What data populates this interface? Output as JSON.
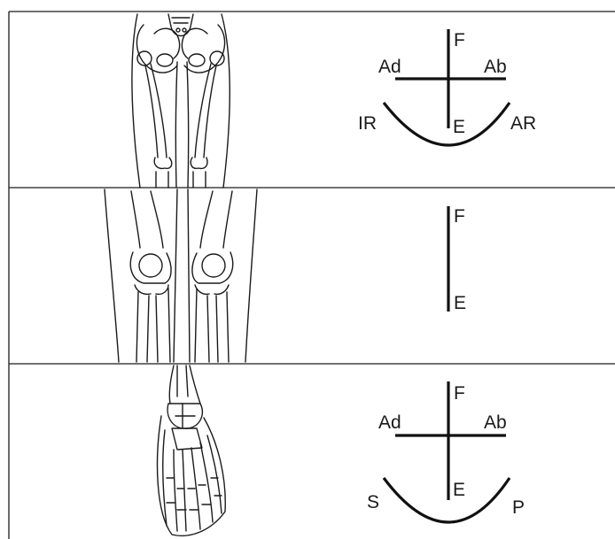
{
  "panels": [
    {
      "name": "hip",
      "labels": {
        "top": "F",
        "bottom": "E",
        "left": "Ad",
        "right": "Ab",
        "arc_left": "IR",
        "arc_right": "AR"
      }
    },
    {
      "name": "knee",
      "labels": {
        "top": "F",
        "bottom": "E"
      }
    },
    {
      "name": "ankle-foot",
      "labels": {
        "top": "F",
        "bottom": "E",
        "left": "Ad",
        "right": "Ab",
        "arc_left": "S",
        "arc_right": "P"
      }
    }
  ],
  "colors": {
    "ink": "#1a1a1a",
    "background": "#ffffff"
  }
}
